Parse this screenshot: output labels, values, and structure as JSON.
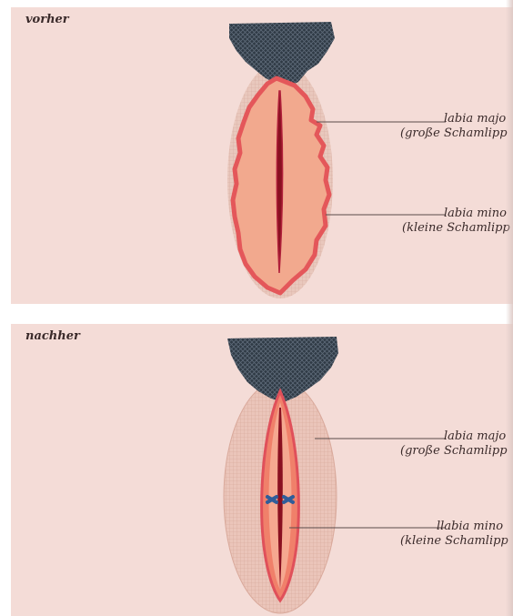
{
  "top_panel": {
    "title": "vorher",
    "label_major_1": "labia majo",
    "label_major_2": "(große Schamlipp",
    "label_minor_1": "labia mino",
    "label_minor_2": "(kleine Schamlipp"
  },
  "bottom_panel": {
    "title": "nachher",
    "label_major_1": "labia majo",
    "label_major_2": "(große Schamlipp",
    "label_minor_1": "llabia mino",
    "label_minor_2": "(kleine Schamlipp"
  },
  "colors": {
    "panel_bg": "#f4dcd7",
    "hair": "#2f3a45",
    "outer_fill": "#e7c4b8",
    "minor_fill": "#f2a98e",
    "minor_edge": "#e4575a",
    "slit": "#8a1020",
    "stitch": "#2f5d9a"
  }
}
